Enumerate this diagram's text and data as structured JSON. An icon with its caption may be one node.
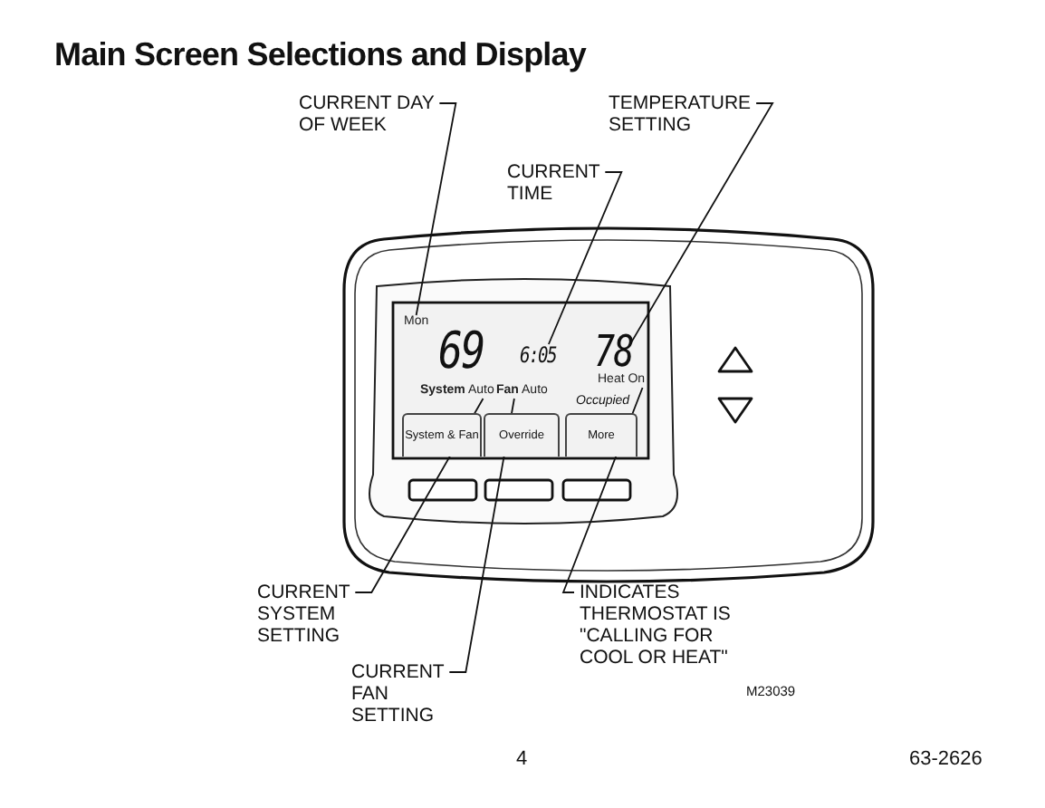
{
  "diagram": {
    "title": "Main Screen Selections and Display",
    "nodes": [
      {
        "text": [
          "CURRENT DAY OF WEEK"
        ]
      },
      {
        "text": [
          "TEMPERATURE SETTING"
        ]
      },
      {
        "text": [
          "CURRENT TIME"
        ]
      },
      {
        "text": [
          "CURRENT SYSTEM SETTING"
        ]
      },
      {
        "text": [
          "CURRENT FAN SETTING"
        ]
      },
      {
        "text": [
          "INDICATES THERMOSTAT IS \"CALLING FOR COOL OR HEAT\""
        ]
      },
      {
        "text": [
          "Mon"
        ]
      },
      {
        "text": [
          "6:05"
        ]
      },
      {
        "text": [
          "78"
        ]
      },
      {
        "text": [
          "**System** Auto"
        ]
      },
      {
        "text": [
          "**Fan** Auto"
        ]
      },
      {
        "text": [
          "Heat On"
        ]
      }
    ],
    "edges": [
      {
        "from": 0,
        "to": 6,
        "arrow": "none"
      },
      {
        "from": 2,
        "to": 7,
        "arrow": "none"
      },
      {
        "from": 1,
        "to": 8,
        "arrow": "none"
      },
      {
        "from": 3,
        "to": 9,
        "arrow": "none"
      },
      {
        "from": 4,
        "to": 10,
        "arrow": "none"
      },
      {
        "from": 5,
        "to": 11,
        "arrow": "none"
      }
    ],
    "labels": [
      "69",
      "Occupied",
      "System & Fan",
      "Override",
      "More",
      "M23039",
      "4",
      "63-2626"
    ]
  }
}
